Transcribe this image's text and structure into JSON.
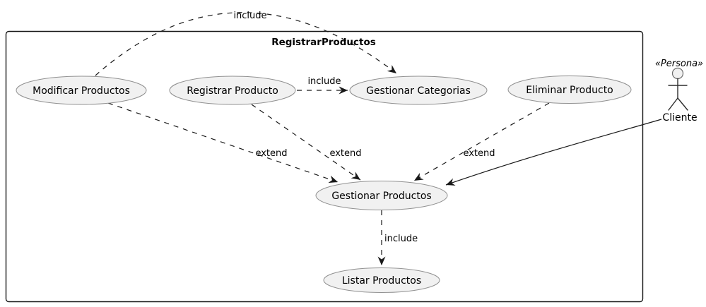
{
  "diagram": {
    "type": "uml-use-case-diagram",
    "system_boundary": {
      "title": "RegistrarProductos"
    },
    "use_cases": [
      {
        "label": "Modificar Productos"
      },
      {
        "label": "Registrar Producto"
      },
      {
        "label": "Gestionar Categorias"
      },
      {
        "label": "Eliminar Producto"
      },
      {
        "label": "Gestionar Productos"
      },
      {
        "label": "Listar Productos"
      }
    ],
    "actor": {
      "stereotype": "«Persona»",
      "name": "Cliente"
    },
    "edges": [
      {
        "from": "Modificar Productos",
        "to": "Gestionar Categorias",
        "label": "include",
        "style": "dashed"
      },
      {
        "from": "Registrar Producto",
        "to": "Gestionar Categorias",
        "label": "include",
        "style": "dashed"
      },
      {
        "from": "Modificar Productos",
        "to": "Gestionar Productos",
        "label": "extend",
        "style": "dashed"
      },
      {
        "from": "Registrar Producto",
        "to": "Gestionar Productos",
        "label": "extend",
        "style": "dashed"
      },
      {
        "from": "Eliminar Producto",
        "to": "Gestionar Productos",
        "label": "extend",
        "style": "dashed"
      },
      {
        "from": "Cliente",
        "to": "Gestionar Productos",
        "label": "",
        "style": "solid"
      },
      {
        "from": "Gestionar Productos",
        "to": "Listar Productos",
        "label": "include",
        "style": "dashed"
      }
    ],
    "colors": {
      "background": "#FFFFFF",
      "boundary_stroke": "#181818",
      "ellipse_fill": "#F1F1F1",
      "ellipse_stroke": "#919191",
      "edge_stroke": "#181818",
      "text": "#000000"
    }
  }
}
